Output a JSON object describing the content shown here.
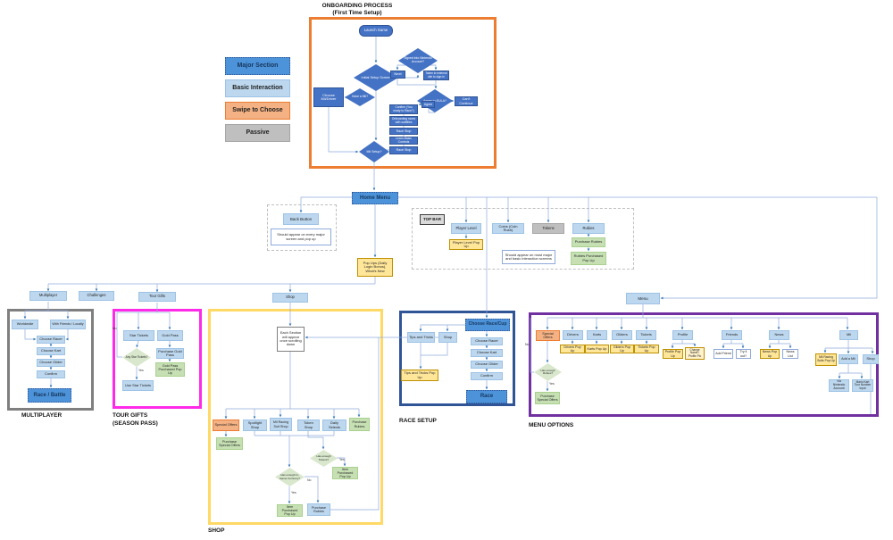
{
  "legend": {
    "items": [
      "Major Section",
      "Basic Interaction",
      "Swipe to Choose",
      "Passive"
    ]
  },
  "onboarding": {
    "title1": "ONBOARDING PROCESS",
    "title2": "(First Time Setup)",
    "launch": "Launch Game",
    "initial_setup": "Initial Setup Screen",
    "signed_in": "Signed into Nintendo Account?",
    "next": "Next",
    "external_site": "Taken to external site to sign in",
    "eula": "Agree to EULA?",
    "agree": "Agree",
    "cant_continue": "Can't Continue",
    "choose_mii": "Choose Mii/Driver",
    "have_mii": "Have a Mii?",
    "confirm_race": "Confirm (You ready to Race?)",
    "onboarding_races": "Onboarding races with subtitles",
    "race_stop1": "Race Stop",
    "learn_controls": "Learn Basic Controls",
    "race_stop2": "Race Stop",
    "mii_setup": "Mii Setup?"
  },
  "home": {
    "home_menu": "Home Menu",
    "back_button": "Back Button",
    "back_note": "Should appear on every major screen and pop up",
    "popups": "Pop Ups (Daily Login Bonus), What's New"
  },
  "top_bar": {
    "label": "TOP BAR",
    "player_level": "Player Level",
    "player_level_popup": "Player Level Pop Up",
    "coins": "Coins (Coin Rush)",
    "tokens": "Tokens",
    "rubies": "Rubies",
    "purchase_rubies": "Purchase Rubies",
    "rubies_popup": "Rubies Purchased Pop Up",
    "note": "Should appear on most major and basic interaction screens"
  },
  "nav": {
    "multiplayer": "Multiplayer",
    "challenges": "Challenges",
    "tour_gifts": "Tour Gifts",
    "shop": "Shop",
    "menu": "Menu"
  },
  "multiplayer": {
    "section_label": "MULTIPLAYER",
    "worldwide": "Worldwide",
    "with_friends": "With Friends / Locally",
    "choose_racer": "Choose Racer",
    "choose_kart": "Choose Kart",
    "choose_glider": "Choose Glider",
    "confirm": "Confirm",
    "race_battle": "Race / Battle"
  },
  "tour_gifts": {
    "section_label1": "TOUR GIFTS",
    "section_label2": "(SEASON PASS)",
    "star_tickets": "Star Tickets",
    "gold_pass": "Gold Pass",
    "any_star": "Any Star Tickets?",
    "purchase_gold": "Purchase Gold Pass",
    "gold_popup": "Gold Pass Purchased Pop Up",
    "use_star": "Use Star Tickets",
    "yes": "Yes",
    "no": "No"
  },
  "shop": {
    "section_label": "SHOP",
    "note": "Each Section will appear once scrolling down",
    "special_offers": "Special Offers",
    "purchase_special": "Purchase Special Offers",
    "spotlight": "Spotlight Shop",
    "mii_suit": "Mii Racing Suit Shop",
    "token_shop": "Token Shop",
    "daily_selects": "Daily Selects",
    "purchase_rubies": "Purchase Rubies",
    "enough_tokens": "Has enough Tokens?",
    "item_popup1": "Item Purchased Pop Up",
    "enough_currency": "Has enough In-Game Currency?",
    "item_popup2": "Item Purchased Pop Up",
    "purchase_rubies2": "Purchase Rubies",
    "yes": "Yes",
    "no": "No"
  },
  "race_setup": {
    "section_label": "RACE SETUP",
    "choose_race": "Choose Race/Cup",
    "tips": "Tips and Tricks",
    "shop": "Shop",
    "tips_popup": "Tips and Tricks Pop Up",
    "choose_racer": "Choose Racer",
    "choose_kart": "Choose Kart",
    "choose_glider": "Choose Glider",
    "confirm": "Confirm",
    "race": "Race"
  },
  "menu_options": {
    "section_label": "MENU OPTIONS",
    "special_offers": "Special Offers",
    "enough_rubies": "Has enough Rubies?",
    "purchase_special": "Purchase Special Offers",
    "yes": "Yes",
    "no": "No",
    "drivers": "Drivers",
    "drivers_popup": "Drivers Pop Up",
    "karts": "Karts",
    "karts_popup": "Karts Pop Up",
    "gliders": "Gliders",
    "gliders_popup": "Gliders Pop Up",
    "tickets": "Tickets",
    "tickets_popup": "Tickets Pop Up",
    "profile": "Profile",
    "profile_popup": "Profile Pop Up",
    "change_name": "Change Name / Profile Pic",
    "friends": "Friends",
    "add_friend": "Add Friend",
    "try_it": "Try it out?",
    "news": "News",
    "news_popup": "News Pop Up",
    "news_list": "News List",
    "mii": "Mii",
    "mii_suits_popup": "Mii Racing Suits Pop Up",
    "add_mii": "Add a Mii",
    "shop": "Shop",
    "via_nintendo": "Via Nintendo Account",
    "number_input": "Mario Kart Tour Number Input"
  },
  "colors": {
    "major_blue": "#4D93D9",
    "basic_blue": "#BDD7EE",
    "swipe_orange": "#F4B183",
    "passive_gray": "#BFBFBF",
    "flow_dark_blue": "#4472C4",
    "green": "#C6E0B4",
    "yellow": "#FFE699",
    "onboarding_border": "#ED7D31",
    "multiplayer_border": "#808080",
    "tour_gifts_border": "#FF29E8",
    "shop_border": "#FFD966",
    "race_setup_border": "#2F5597",
    "menu_options_border": "#7030A0",
    "wire_blue": "#8FAADC"
  }
}
